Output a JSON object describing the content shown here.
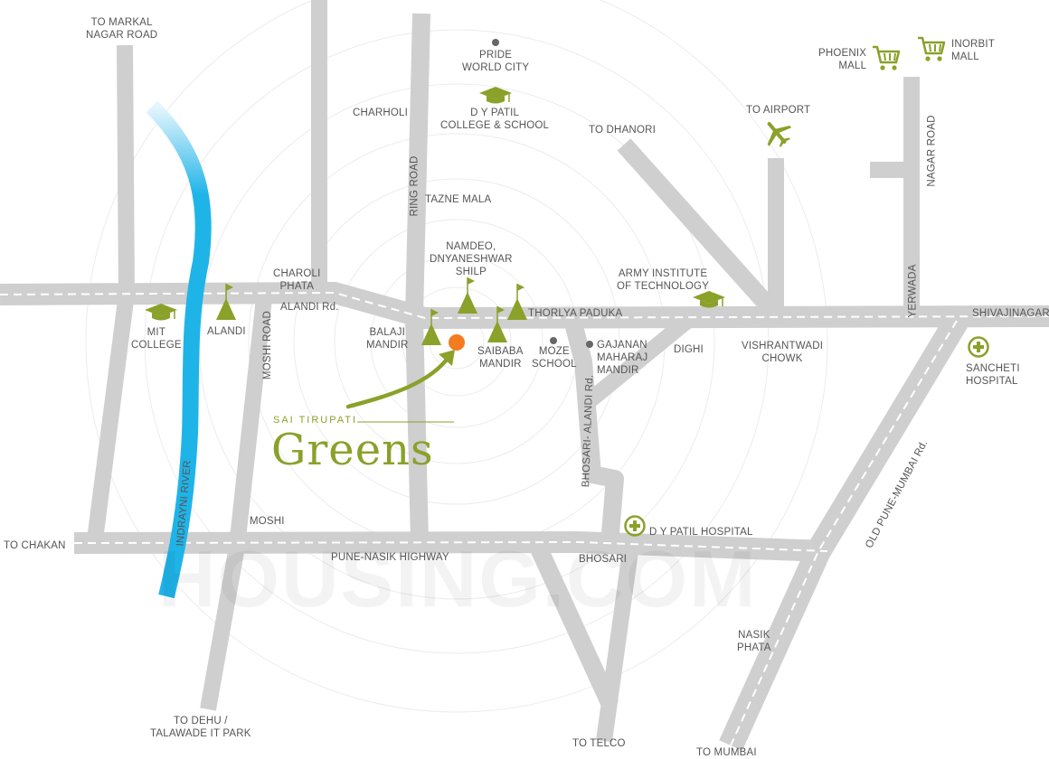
{
  "project": {
    "tagline": "SAI TIRUPATI",
    "name": "Greens"
  },
  "watermark": "HOUSING.COM",
  "colors": {
    "road": "#cfcfcf",
    "road_dash": "#ffffff",
    "river": "#1fb4e8",
    "accent": "#8aa12a",
    "marker": "#f47b20",
    "text": "#555555"
  },
  "labels": {
    "to_markal": "TO MARKAL\nNAGAR ROAD",
    "pride": "PRIDE\nWORLD CITY",
    "dy_patil_college": "D Y PATIL\nCOLLEGE & SCHOOL",
    "charholi": "CHARHOLI",
    "to_dhanori": "TO DHANORI",
    "to_airport": "TO AIRPORT",
    "phoenix": "PHOENIX\nMALL",
    "inorbit": "INORBIT\nMALL",
    "nagar_road": "NAGAR ROAD",
    "ring_road": "RING ROAD",
    "tazne_mala": "TAZNE MALA",
    "namdeo": "NAMDEO,\nDNYANESHWAR\nSHILP",
    "army_institute": "ARMY INSTITUTE\nOF TECHNOLOGY",
    "yerwada": "YERWADA",
    "charoli_phata": "CHAROLI\nPHATA",
    "alandi_rd": "ALANDI Rd.",
    "thorlya_paduka": "THORLYA PADUKA",
    "shivajinagar": "SHIVAJINAGAR",
    "mit_college": "MIT\nCOLLEGE",
    "alandi": "ALANDI",
    "balaji_mandir": "BALAJI\nMANDIR",
    "saibaba_mandir": "SAIBABA\nMANDIR",
    "moze_school": "MOZE\nSCHOOL",
    "gajanan": "GAJANAN\nMAHARAJ\nMANDIR",
    "dighi": "DIGHI",
    "vishrantwadi": "VISHRANTWADI\nCHOWK",
    "sancheti": "SANCHETI\nHOSPITAL",
    "moshi_road": "MOSHI ROAD",
    "bhosari_alandi": "BHOSARI- ALANDI Rd.",
    "indrayani": "INDRAYNI RIVER",
    "old_pune_mumbai": "OLD PUNE-MUMBAI Rd.",
    "moshi": "MOSHI",
    "dy_patil_hospital": "D Y PATIL HOSPITAL",
    "to_chakan": "TO CHAKAN",
    "pune_nasik": "PUNE-NASIK HIGHWAY",
    "bhosari": "BHOSARI",
    "nasik_phata": "NASIK\nPHATA",
    "to_dehu": "TO DEHU /\nTALAWADE IT PARK",
    "to_telco": "TO TELCO",
    "to_mumbai": "TO MUMBAI"
  },
  "icons": {
    "college": "graduation-cap-icon",
    "temple": "temple-flag-icon",
    "hospital": "hospital-cross-icon",
    "mall": "shopping-cart-icon",
    "airport": "airplane-icon",
    "landmark": "dot-icon",
    "project": "location-marker-icon"
  }
}
